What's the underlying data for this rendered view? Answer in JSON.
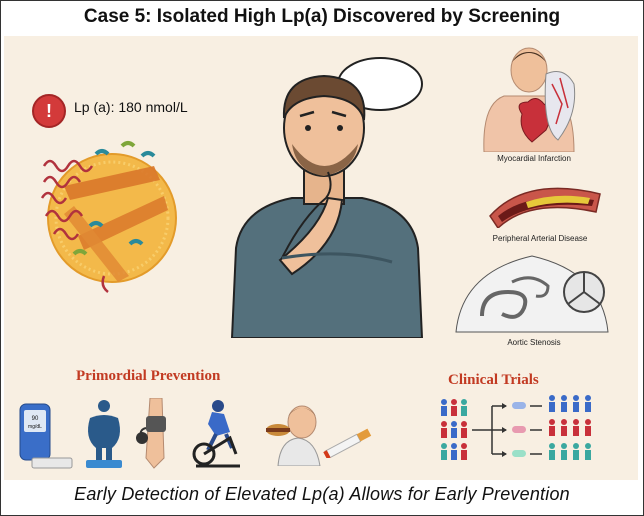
{
  "title": "Case 5: Isolated High Lp(a) Discovered by Screening",
  "alert": {
    "symbol": "!",
    "text": "Lp (a): 180 nmol/L"
  },
  "conditions": {
    "mi": "Myocardial Infarction",
    "pad": "Peripheral Arterial Disease",
    "as": "Aortic Stenosis"
  },
  "sections": {
    "primordial": "Primordial Prevention",
    "trials": "Clinical Trials"
  },
  "glucometer": {
    "line1": "90",
    "line2": "mg/dL"
  },
  "footer": "Early Detection of Elevated Lp(a) Allows for Early Prevention",
  "colors": {
    "accent": "#c23a22",
    "alert": "#d33a3a",
    "panel": "#f8efe2"
  }
}
